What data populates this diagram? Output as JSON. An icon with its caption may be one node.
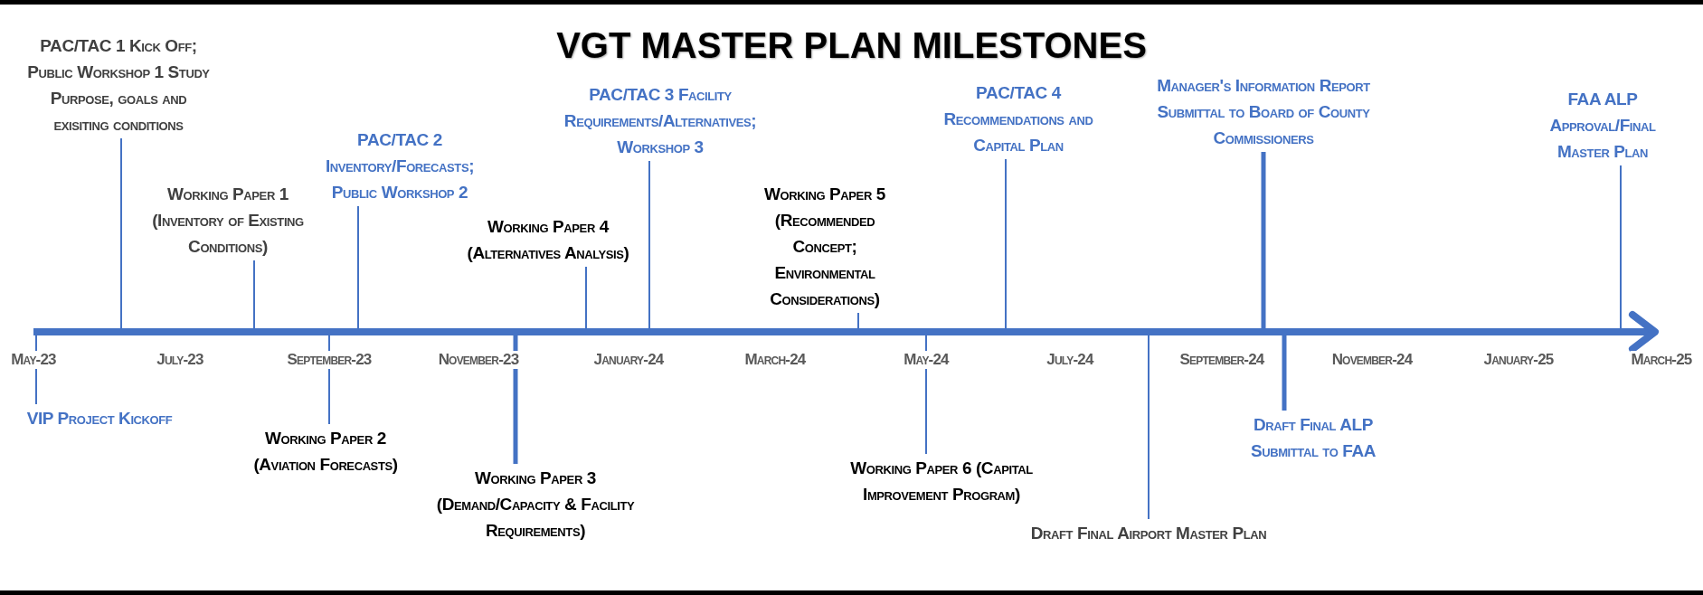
{
  "diagram": {
    "title": "VGT MASTER PLAN MILESTONES",
    "nodes": [
      {
        "text": [
          "PAC/TAC 1 Kick Off; Public Workshop 1 Study Purpose, goals and exisiting conditions"
        ]
      },
      {
        "text": [
          "Working Paper 1 (Inventory of Existing Conditions)"
        ]
      },
      {
        "text": [
          "PAC/TAC 2 Inventory/Forecasts; Public Workshop 2"
        ]
      },
      {
        "text": [
          "VIP Project Kickoff"
        ]
      },
      {
        "text": [
          "Working Paper 2 (Aviation Forecasts)"
        ]
      },
      {
        "text": [
          "Working Paper 3 (Demand/Capacity & Facility Requirements)"
        ]
      },
      {
        "text": [
          "Working Paper 4 (Alternatives Analysis)"
        ]
      },
      {
        "text": [
          "PAC/TAC 3 Facility Requirements/Alternatives; Workshop 3"
        ]
      },
      {
        "text": [
          "Working Paper 5 (Recommended Concept; Environmental Considerations)"
        ]
      },
      {
        "text": [
          "Working Paper 6 (Capital Improvement Program)"
        ]
      },
      {
        "text": [
          "PAC/TAC 4 Recommendations and Capital Plan"
        ]
      },
      {
        "text": [
          "Draft Final Airport Master Plan"
        ]
      },
      {
        "text": [
          "Manager's Information Report Submittal to Board of County Commissioners"
        ]
      },
      {
        "text": [
          "Draft Final ALP Submittal to FAA"
        ]
      },
      {
        "text": [
          "FAA ALP Approval/Final Master Plan"
        ]
      },
      {
        "text": [],
        "shape": "arrow"
      }
    ],
    "edges": [
      {
        "from": 0,
        "to": 15,
        "arrow": "none"
      },
      {
        "from": 1,
        "to": 15,
        "arrow": "none"
      },
      {
        "from": 2,
        "to": 15,
        "arrow": "none"
      },
      {
        "from": 3,
        "to": 15,
        "arrow": "none"
      },
      {
        "from": 4,
        "to": 15,
        "arrow": "none"
      },
      {
        "from": 5,
        "to": 15,
        "arrow": "none",
        "style": "thick"
      },
      {
        "from": 6,
        "to": 15,
        "arrow": "none"
      },
      {
        "from": 7,
        "to": 15,
        "arrow": "none"
      },
      {
        "from": 8,
        "to": 15,
        "arrow": "none"
      },
      {
        "from": 9,
        "to": 15,
        "arrow": "none"
      },
      {
        "from": 10,
        "to": 15,
        "arrow": "none"
      },
      {
        "from": 11,
        "to": 15,
        "arrow": "none"
      },
      {
        "from": 12,
        "to": 15,
        "arrow": "none",
        "style": "thick"
      },
      {
        "from": 13,
        "to": 15,
        "arrow": "none",
        "style": "thick"
      },
      {
        "from": 14,
        "to": 15,
        "arrow": "none"
      }
    ],
    "labels": [
      "May-23",
      "July-23",
      "September-23",
      "November-23",
      "January-24",
      "March-24",
      "May-24",
      "July-24",
      "September-24",
      "November-24",
      "January-25",
      "March-25"
    ]
  }
}
